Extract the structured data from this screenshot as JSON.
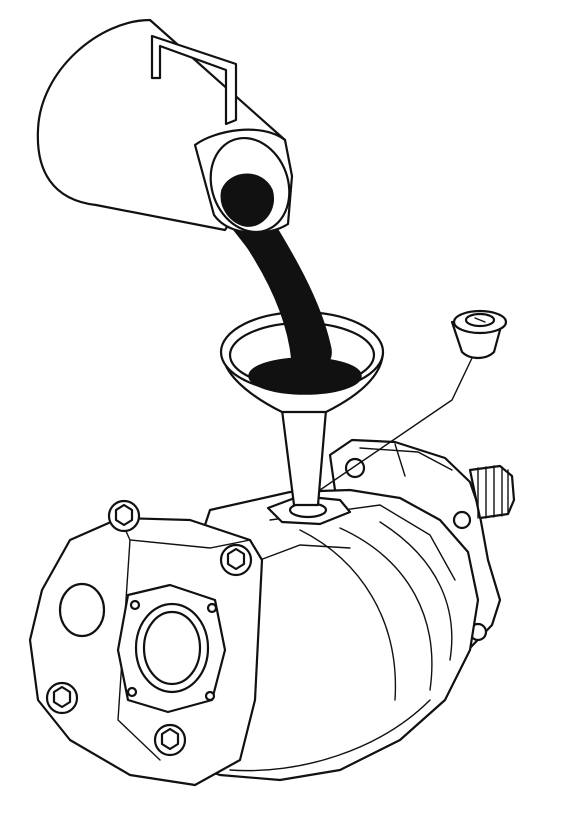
{
  "illustration": {
    "colors": {
      "line": "#111111",
      "background": "#ffffff",
      "oil": "#111111"
    },
    "components": [
      {
        "name": "oil-jug",
        "icon": "jug-icon"
      },
      {
        "name": "oil-stream",
        "icon": "liquid-stream-icon"
      },
      {
        "name": "funnel",
        "icon": "funnel-icon"
      },
      {
        "name": "drain-plug",
        "icon": "plug-icon"
      },
      {
        "name": "hydraulic-pump",
        "icon": "pump-icon"
      }
    ]
  }
}
